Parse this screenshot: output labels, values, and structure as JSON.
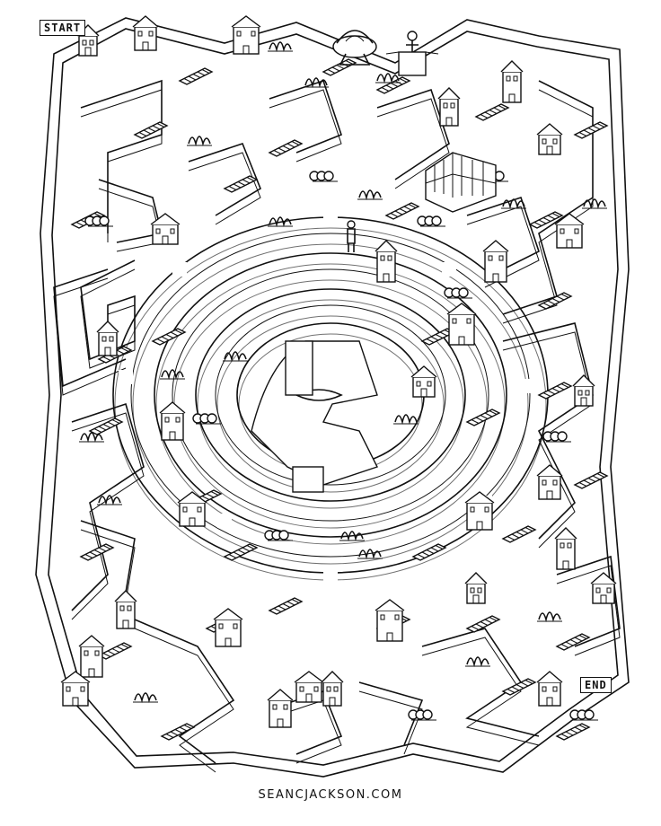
{
  "maze": {
    "start_label": "START",
    "end_label": "END",
    "credit": "SEANCJACKSON.COM"
  },
  "style": {
    "ink": "#111111",
    "paper": "#ffffff"
  }
}
